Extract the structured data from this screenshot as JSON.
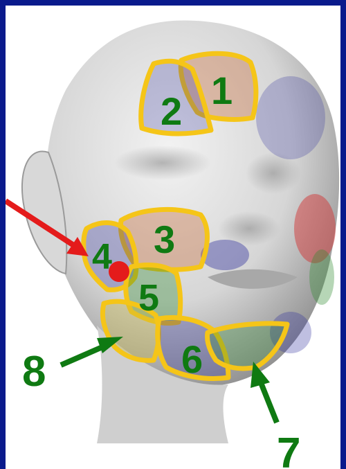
{
  "regions": [
    {
      "label": "1",
      "dot_color": "#c4622a"
    },
    {
      "label": "2",
      "dot_color": "#2a2a9a"
    },
    {
      "label": "3",
      "dot_color": "#c4622a"
    },
    {
      "label": "4",
      "dot_color": "#2a2a9a"
    },
    {
      "label": "5",
      "dot_color": "#2d8a2d"
    },
    {
      "label": "6",
      "dot_color": "#2a2a9a"
    },
    {
      "label": "7",
      "dot_color": "#2d8a2d"
    },
    {
      "label": "8",
      "dot_color": "#c8b840"
    }
  ],
  "colors": {
    "background": "#0a1a8c",
    "outline": "#f5c518",
    "label": "#0f7a12",
    "pointer_arrow": "#e41b1b",
    "arrow": "#0f7a12",
    "marker": "#e41b1b"
  }
}
